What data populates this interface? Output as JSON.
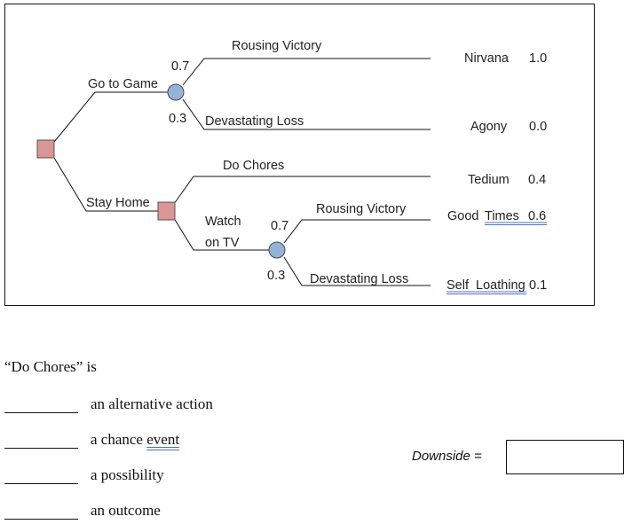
{
  "tree": {
    "decision_root_color": "#d99694",
    "chance_color": "#95b3d7",
    "branches": {
      "go_to_game": "Go to Game",
      "stay_home": "Stay Home",
      "rousing_victory_1": "Rousing Victory",
      "devastating_loss_1": "Devastating Loss",
      "do_chores": "Do Chores",
      "watch": "Watch",
      "on_tv": "on TV",
      "rousing_victory_2": "Rousing Victory",
      "devastating_loss_2": "Devastating Loss"
    },
    "probabilities": {
      "p1_top": "0.7",
      "p1_bottom": "0.3",
      "p2_top": "0.7",
      "p2_bottom": "0.3"
    },
    "outcomes": [
      {
        "name": "Nirvana",
        "value": "1.0"
      },
      {
        "name": "Agony",
        "value": "0.0"
      },
      {
        "name": "Tedium",
        "value": "0.4"
      },
      {
        "name": "Good",
        "name2": "Times",
        "value": "0.6"
      },
      {
        "name": "Self",
        "name2": "Loathing",
        "value": "0.1"
      }
    ]
  },
  "question": {
    "prompt": "“Do Chores” is",
    "options": [
      "an alternative action",
      "a chance",
      "a possibility",
      "an outcome"
    ],
    "option2_tail": "event",
    "downside_label": "Downside ="
  }
}
